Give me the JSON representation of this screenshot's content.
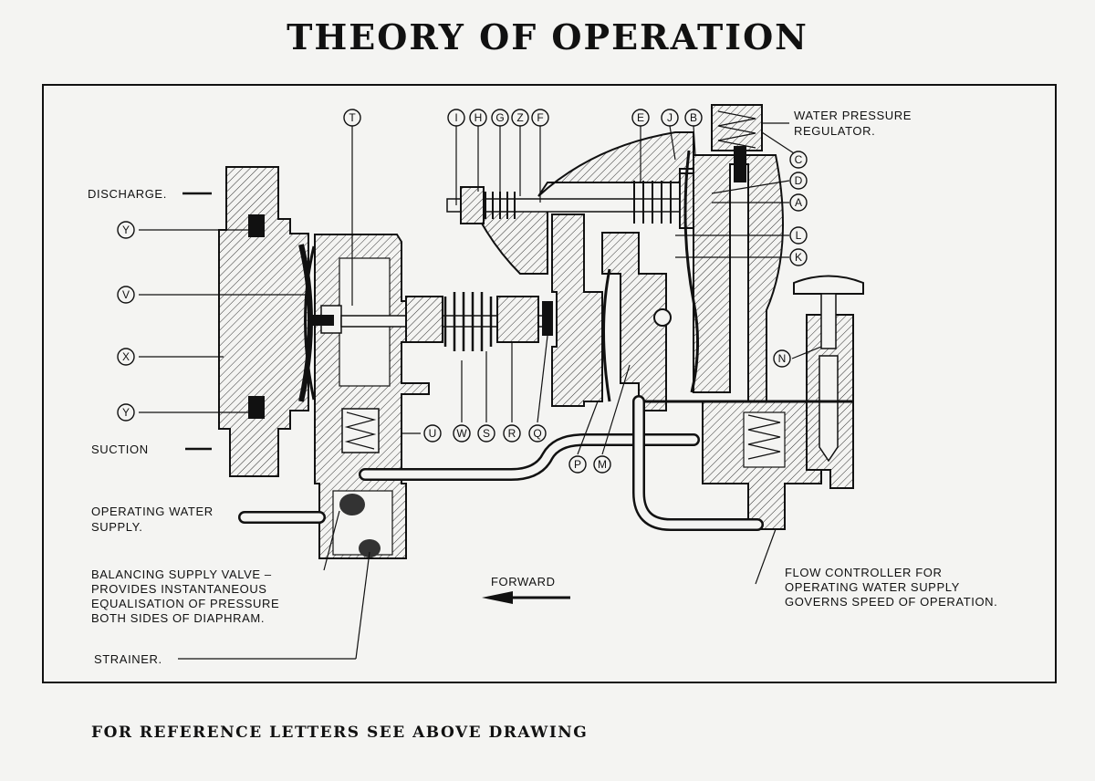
{
  "title": "THEORY OF OPERATION",
  "footer": "FOR REFERENCE LETTERS SEE ABOVE DRAWING",
  "labels": {
    "discharge": "DISCHARGE.",
    "suction": "SUCTION",
    "water_pressure_regulator_1": "WATER PRESSURE",
    "water_pressure_regulator_2": "REGULATOR.",
    "operating_water_supply_1": "OPERATING WATER",
    "operating_water_supply_2": "SUPPLY.",
    "balancing_1": "BALANCING SUPPLY VALVE –",
    "balancing_2": "PROVIDES INSTANTANEOUS",
    "balancing_3": "EQUALISATION OF PRESSURE",
    "balancing_4": "BOTH SIDES OF DIAPHRAM.",
    "strainer": "STRAINER.",
    "forward": "FORWARD",
    "flow_1": "FLOW CONTROLLER FOR",
    "flow_2": "OPERATING WATER SUPPLY",
    "flow_3": "GOVERNS SPEED OF OPERATION."
  },
  "ref_letters": {
    "T": "T",
    "I": "I",
    "H": "H",
    "G": "G",
    "Z": "Z",
    "F": "F",
    "E": "E",
    "J": "J",
    "B": "B",
    "C": "C",
    "D": "D",
    "A": "A",
    "L": "L",
    "K": "K",
    "N": "N",
    "Y1": "Y",
    "V": "V",
    "X": "X",
    "Y2": "Y",
    "U": "U",
    "W": "W",
    "S": "S",
    "R": "R",
    "Q": "Q",
    "P": "P",
    "M": "M"
  }
}
